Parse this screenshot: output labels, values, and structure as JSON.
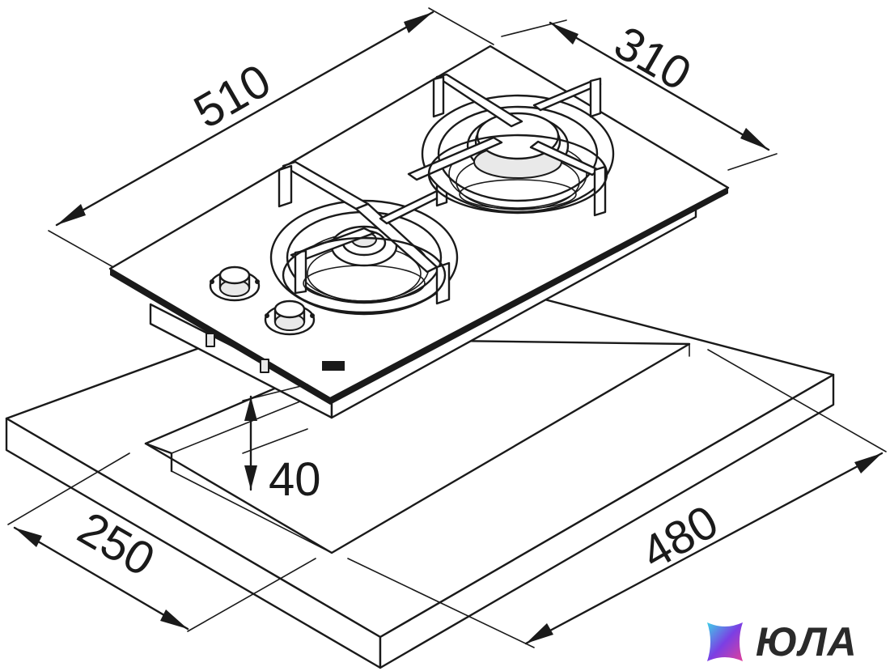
{
  "dimensions": {
    "length": "510",
    "depth": "310",
    "height": "40",
    "cutout_depth": "250",
    "cutout_length": "480"
  },
  "brand": {
    "name": "ЮЛА",
    "logo_icon": "yula-star-icon"
  },
  "colors": {
    "line": "#1a1a1a",
    "background": "#ffffff",
    "logo_gradient_start": "#3fd0e8",
    "logo_gradient_mid": "#7b3fe4",
    "logo_gradient_end": "#e0409a"
  }
}
